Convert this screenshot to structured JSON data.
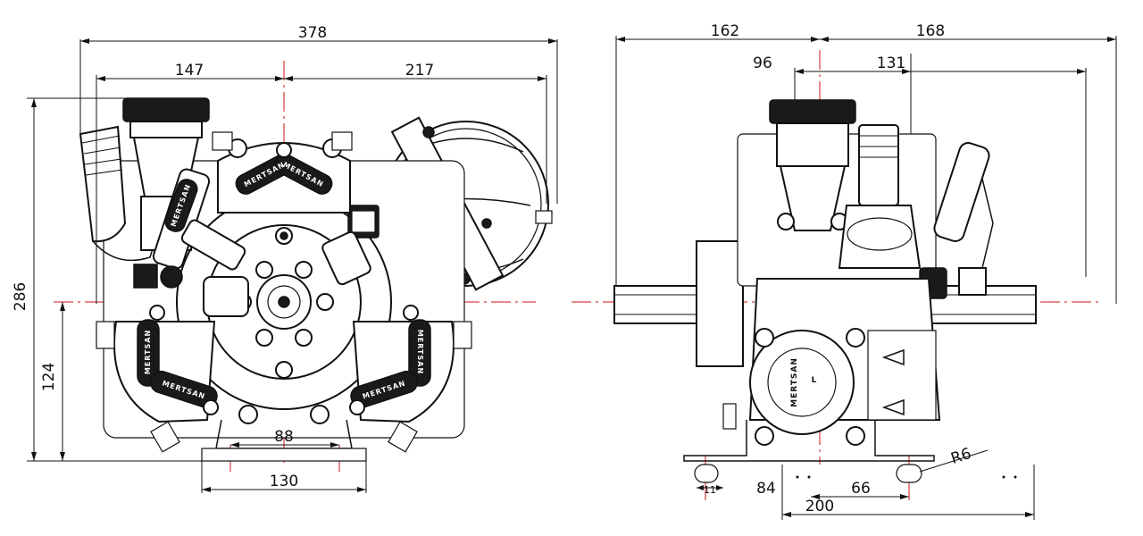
{
  "dimensions": {
    "front": {
      "overall_width": "378",
      "left_to_center": "147",
      "center_to_right": "217",
      "overall_height": "286",
      "axis_height": "124",
      "foot_hole_spacing": "88",
      "foot_width": "130"
    },
    "side": {
      "left_to_center": "162",
      "center_to_right": "168",
      "port_offset": "96",
      "valve_offset": "131",
      "fillet_radius": "R6",
      "slot_width": "11",
      "slot_edge": "84",
      "slot_spacing": "66",
      "base_width": "200"
    }
  },
  "markings": {
    "brand": "MERTSAN",
    "side_letter": "L"
  },
  "colors": {
    "centerline": "#d01010",
    "linework": "#111111",
    "background": "#ffffff"
  }
}
